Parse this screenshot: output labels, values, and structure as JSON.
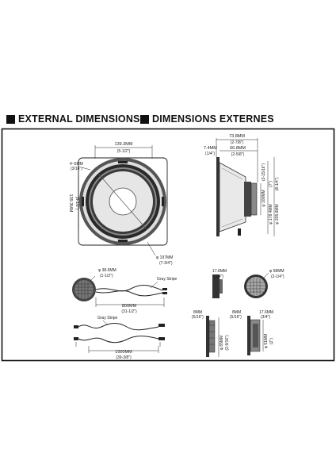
{
  "headings": {
    "left": "EXTERNAL DIMENSIONS",
    "right": "DIMENSIONS EXTERNES"
  },
  "woofer_front": {
    "width_mm": "139.3MM",
    "width_in": "(5-1/2\")",
    "height_mm": "139.3MM",
    "height_in": "(5-1/2\")",
    "hole_mm": "4~5MM",
    "hole_in": "(3/16\")",
    "diameter_mm": "φ 197MM",
    "diameter_in": "(7-3/4\")"
  },
  "woofer_side": {
    "total_depth_mm": "73.8MM",
    "total_depth_in": "(2-7/8\")",
    "flange_mm": "7.4MM",
    "flange_in": "(1/4\")",
    "body_depth_mm": "66.8MM",
    "body_depth_in": "(2-5/8\")",
    "magnet_dia": "φ 100MM",
    "magnet_dia_in": "(3-15/16\")",
    "basket_dia": "φ 178.4MM",
    "basket_dia_in": "(7\")",
    "outer_dia": "φ 205.6MM",
    "outer_dia_in": "(8-1/4\")"
  },
  "tweeter_flush": {
    "dia_mm": "φ 38.6MM",
    "dia_in": "(1-1/2\")",
    "wire_label": "Gray Stripe",
    "length_mm": "800MM",
    "length_in": "(31-1/2\")"
  },
  "tweeter_surface": {
    "depth_mm": "17.6MM",
    "depth_in": "(3/4\")",
    "dia_mm": "φ 58MM",
    "dia_in": "(2-1/4\")"
  },
  "crossover": {
    "wire_label": "Gray Stripe",
    "length_mm": "1000MM",
    "length_in": "(39-3/8\")"
  },
  "tweeter_side_a": {
    "flange_mm": "8MM",
    "flange_in": "(5/16\")",
    "dia_mm": "φ 65MM",
    "dia_in": "(2-9/16\")"
  },
  "tweeter_side_b": {
    "flange_mm": "8MM",
    "flange_in": "(5/16\")",
    "depth_mm": "17.6MM",
    "depth_in": "(3/4\")",
    "dia_mm": "φ 51MM",
    "dia_in": "(2\")"
  }
}
